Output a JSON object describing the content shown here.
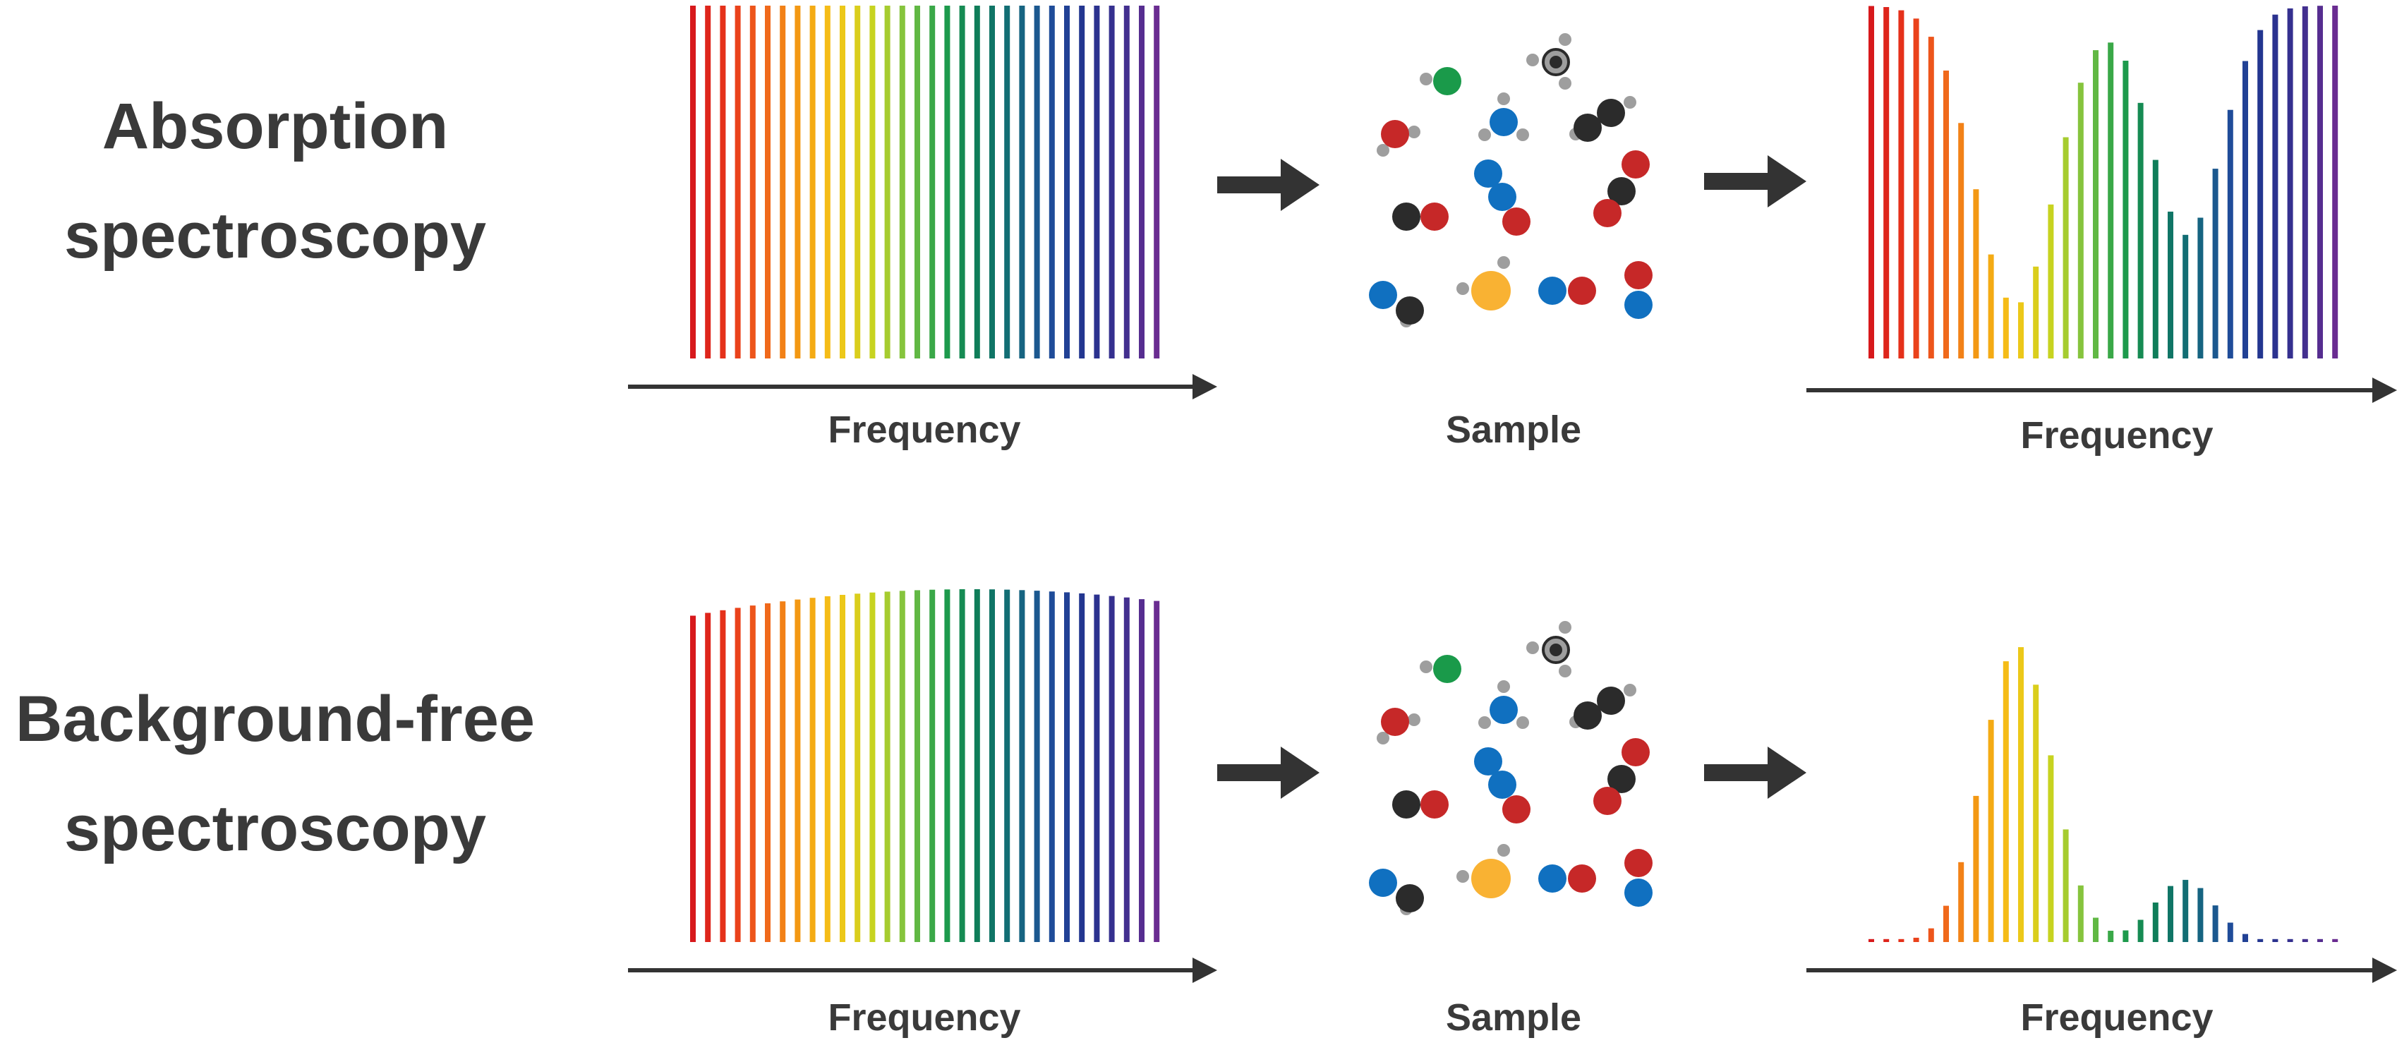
{
  "rows": [
    {
      "title_line1": "Absorption",
      "title_line2": "spectroscopy",
      "input_axis_label": "Frequency",
      "sample_label": "Sample",
      "output_axis_label": "Frequency",
      "input_spectrum": "flat",
      "output_spectrum": "absorption-dips"
    },
    {
      "title_line1": "Background-free",
      "title_line2": "spectroscopy",
      "input_axis_label": "Frequency",
      "sample_label": "Sample",
      "output_axis_label": "Frequency",
      "input_spectrum": "gently-curved",
      "output_spectrum": "emission-peaks"
    }
  ],
  "colors": {
    "spectrum_gradient": [
      "#d7191c",
      "#e8361a",
      "#f0641c",
      "#f39c12",
      "#f5c518",
      "#c9d41f",
      "#7cc242",
      "#1f9e4a",
      "#0e7c5a",
      "#136b7a",
      "#1f4e9a",
      "#23338f",
      "#3b2f8f",
      "#6a2c91"
    ],
    "axis": "#333333",
    "arrow": "#333333",
    "text": "#3a3a3a",
    "atom_red": "#c62828",
    "atom_blue": "#1070c0",
    "atom_black": "#2b2b2b",
    "atom_grey": "#9e9e9e",
    "atom_green": "#1a9a4a",
    "atom_orange": "#f9b233"
  }
}
